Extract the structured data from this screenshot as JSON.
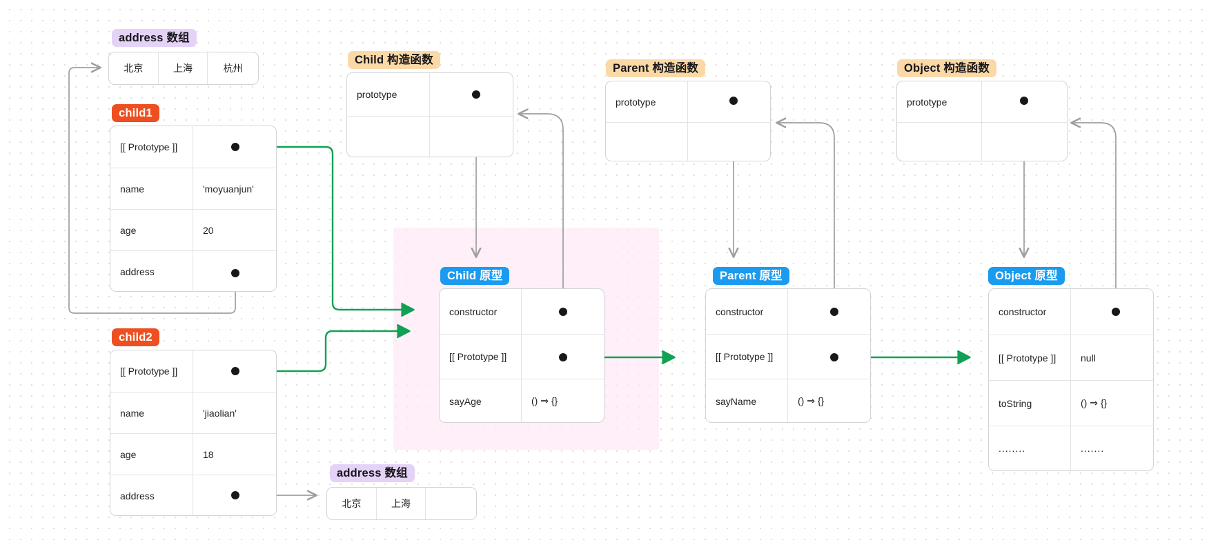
{
  "diagram": {
    "title": "JavaScript prototype chain diagram",
    "colors": {
      "purple_label": "#e4d3f7",
      "orange_label": "#ed4f20",
      "peach_label": "#fbd9a7",
      "blue_label": "#1b9bf0",
      "green_arrow": "#11a154",
      "gray_arrow": "#9e9e9e",
      "highlight_band": "#fdeaf6",
      "card_border": "#d2d4d8"
    },
    "labels": {
      "address_array_top": "address 数组",
      "child1": "child1",
      "child2": "child2",
      "address_array_bottom": "address 数组",
      "child_constructor": "Child 构造函数",
      "parent_constructor": "Parent 构造函数",
      "object_constructor": "Object 构造函数",
      "child_prototype": "Child 原型",
      "parent_prototype": "Parent  原型",
      "object_prototype": "Object  原型"
    },
    "address_array_top": {
      "cells": [
        "北京",
        "上海",
        "杭州"
      ]
    },
    "address_array_bottom": {
      "cells": [
        "北京",
        "上海",
        ""
      ]
    },
    "child1": {
      "rows": [
        {
          "key": "[[ Prototype ]]",
          "value": "",
          "value_kind": "ref"
        },
        {
          "key": "name",
          "value": "'moyuanjun'",
          "value_kind": "text"
        },
        {
          "key": "age",
          "value": "20",
          "value_kind": "text"
        },
        {
          "key": "address",
          "value": "",
          "value_kind": "ref"
        }
      ]
    },
    "child2": {
      "rows": [
        {
          "key": "[[ Prototype ]]",
          "value": "",
          "value_kind": "ref"
        },
        {
          "key": "name",
          "value": "'jiaolian'",
          "value_kind": "text"
        },
        {
          "key": "age",
          "value": "18",
          "value_kind": "text"
        },
        {
          "key": "address",
          "value": "",
          "value_kind": "ref"
        }
      ]
    },
    "child_constructor": {
      "rows": [
        {
          "key": "prototype",
          "value": "",
          "value_kind": "ref"
        },
        {
          "key": "",
          "value": "",
          "value_kind": "empty"
        }
      ]
    },
    "parent_constructor": {
      "rows": [
        {
          "key": "prototype",
          "value": "",
          "value_kind": "ref"
        },
        {
          "key": "",
          "value": "",
          "value_kind": "empty"
        }
      ]
    },
    "object_constructor": {
      "rows": [
        {
          "key": "prototype",
          "value": "",
          "value_kind": "ref"
        },
        {
          "key": "",
          "value": "",
          "value_kind": "empty"
        }
      ]
    },
    "child_prototype": {
      "rows": [
        {
          "key": "constructor",
          "value": "",
          "value_kind": "ref"
        },
        {
          "key": "[[ Prototype ]]",
          "value": "",
          "value_kind": "ref"
        },
        {
          "key": "sayAge",
          "value": "() ⇒ {}",
          "value_kind": "text"
        }
      ]
    },
    "parent_prototype": {
      "rows": [
        {
          "key": "constructor",
          "value": "",
          "value_kind": "ref"
        },
        {
          "key": "[[ Prototype ]]",
          "value": "",
          "value_kind": "ref"
        },
        {
          "key": "sayName",
          "value": "() ⇒ {}",
          "value_kind": "text"
        }
      ]
    },
    "object_prototype": {
      "rows": [
        {
          "key": "constructor",
          "value": "",
          "value_kind": "ref"
        },
        {
          "key": "[[ Prototype ]]",
          "value": "null",
          "value_kind": "text"
        },
        {
          "key": "toString",
          "value": "() ⇒ {}",
          "value_kind": "text"
        },
        {
          "key": "........",
          "value": ".......",
          "value_kind": "text"
        }
      ]
    }
  }
}
